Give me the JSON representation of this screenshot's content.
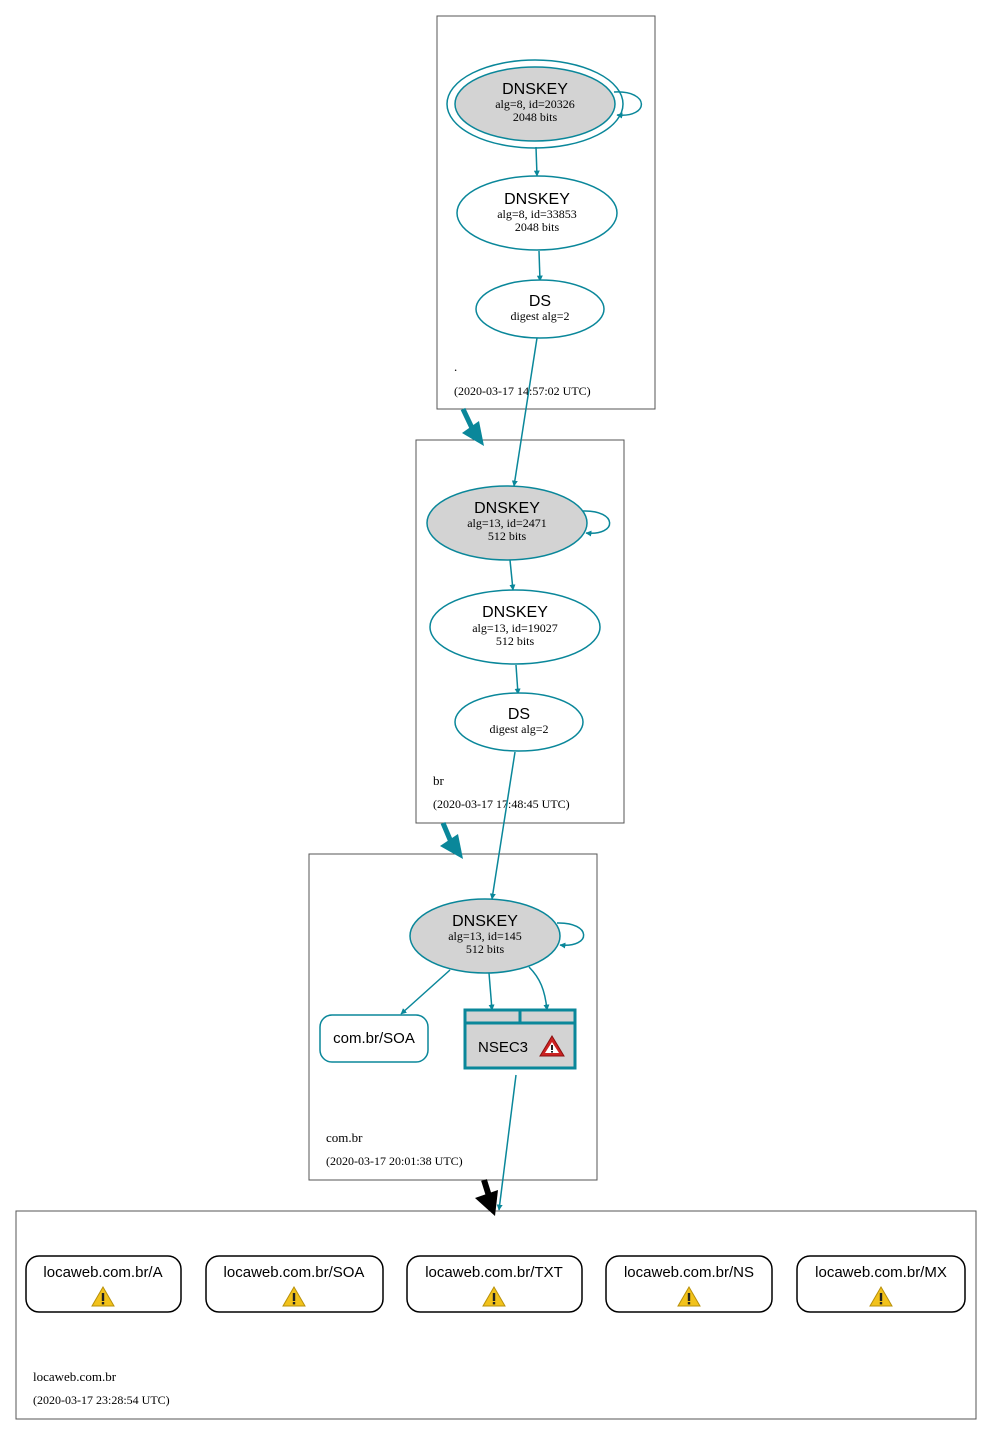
{
  "colors": {
    "edge": "#0a879a",
    "ksk_fill": "#d3d3d3",
    "border": "#555555",
    "error": "#cc2222",
    "warning": "#f2c21b"
  },
  "zones": {
    "root": {
      "name": ".",
      "timestamp": "(2020-03-17 14:57:02 UTC)",
      "ksk": {
        "title": "DNSKEY",
        "line1": "alg=8, id=20326",
        "line2": "2048 bits"
      },
      "zsk": {
        "title": "DNSKEY",
        "line1": "alg=8, id=33853",
        "line2": "2048 bits"
      },
      "ds": {
        "title": "DS",
        "line1": "digest alg=2"
      }
    },
    "br": {
      "name": "br",
      "timestamp": "(2020-03-17 17:48:45 UTC)",
      "ksk": {
        "title": "DNSKEY",
        "line1": "alg=13, id=2471",
        "line2": "512 bits"
      },
      "zsk": {
        "title": "DNSKEY",
        "line1": "alg=13, id=19027",
        "line2": "512 bits"
      },
      "ds": {
        "title": "DS",
        "line1": "digest alg=2"
      }
    },
    "combr": {
      "name": "com.br",
      "timestamp": "(2020-03-17 20:01:38 UTC)",
      "ksk": {
        "title": "DNSKEY",
        "line1": "alg=13, id=145",
        "line2": "512 bits"
      },
      "soa": "com.br/SOA",
      "nsec3": "NSEC3"
    },
    "locaweb": {
      "name": "locaweb.com.br",
      "timestamp": "(2020-03-17 23:28:54 UTC)",
      "records": [
        "locaweb.com.br/A",
        "locaweb.com.br/SOA",
        "locaweb.com.br/TXT",
        "locaweb.com.br/NS",
        "locaweb.com.br/MX"
      ]
    }
  }
}
